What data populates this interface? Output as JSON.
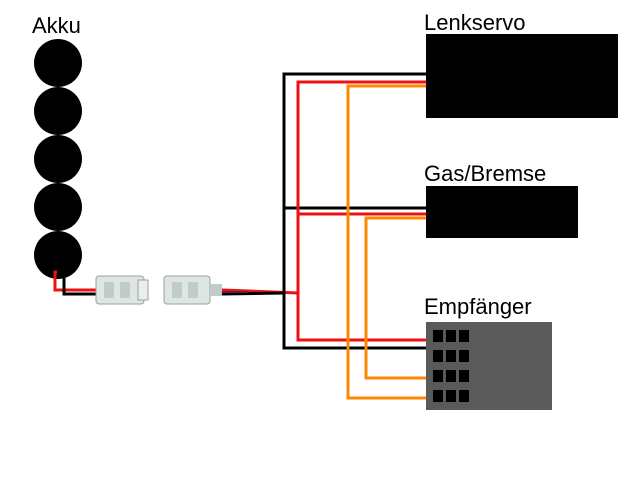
{
  "labels": {
    "battery": "Akku",
    "servo": "Lenkservo",
    "esc": "Gas/Bremse",
    "receiver": "Empfänger"
  },
  "colors": {
    "background": "#ffffff",
    "black": "#000000",
    "red": "#ee1111",
    "orange": "#ff8800",
    "receiver_body": "#5a5a5a",
    "connector": "#dde6e2"
  },
  "battery": {
    "cells": 5
  },
  "receiver": {
    "rows": 4,
    "pins_per_row": 3
  }
}
